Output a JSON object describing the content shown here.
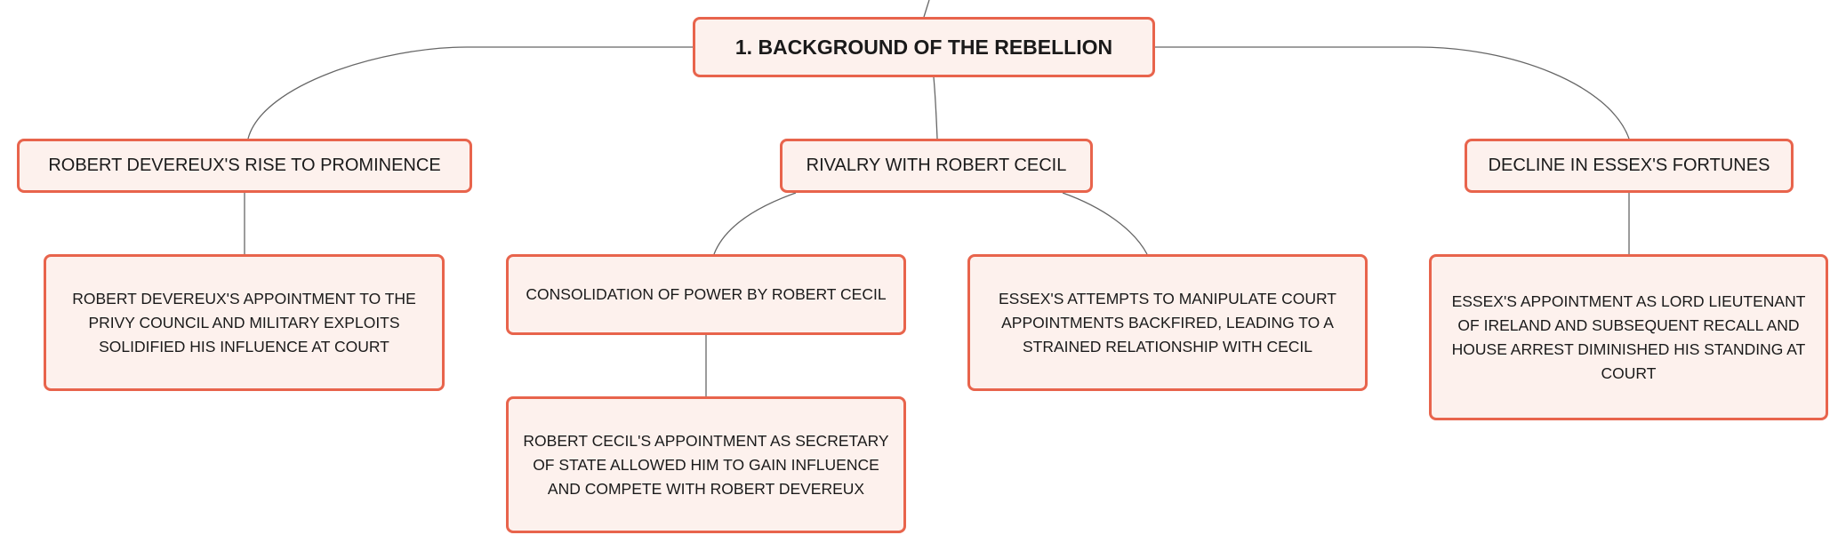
{
  "root": {
    "label": "1. BACKGROUND OF THE REBELLION"
  },
  "branches": [
    {
      "label": "ROBERT DEVEREUX'S RISE TO PROMINENCE",
      "children": [
        "ROBERT DEVEREUX'S APPOINTMENT TO THE PRIVY COUNCIL AND MILITARY EXPLOITS SOLIDIFIED HIS INFLUENCE AT COURT"
      ]
    },
    {
      "label": "RIVALRY WITH ROBERT CECIL",
      "children": [
        {
          "label": "CONSOLIDATION OF POWER BY ROBERT CECIL",
          "children": [
            "ROBERT CECIL'S APPOINTMENT AS SECRETARY OF STATE ALLOWED HIM TO GAIN INFLUENCE AND COMPETE WITH ROBERT DEVEREUX"
          ]
        },
        "ESSEX'S ATTEMPTS TO MANIPULATE COURT APPOINTMENTS BACKFIRED, LEADING TO A STRAINED RELATIONSHIP WITH CECIL"
      ]
    },
    {
      "label": "DECLINE IN ESSEX'S FORTUNES",
      "children": [
        "ESSEX'S APPOINTMENT AS LORD LIEUTENANT OF IRELAND AND SUBSEQUENT RECALL AND HOUSE ARREST DIMINISHED HIS STANDING AT COURT"
      ]
    }
  ],
  "colors": {
    "node_border": "#e8644c",
    "node_fill": "#fdf1ed",
    "connector": "#666666",
    "text": "#1a1a1a"
  }
}
